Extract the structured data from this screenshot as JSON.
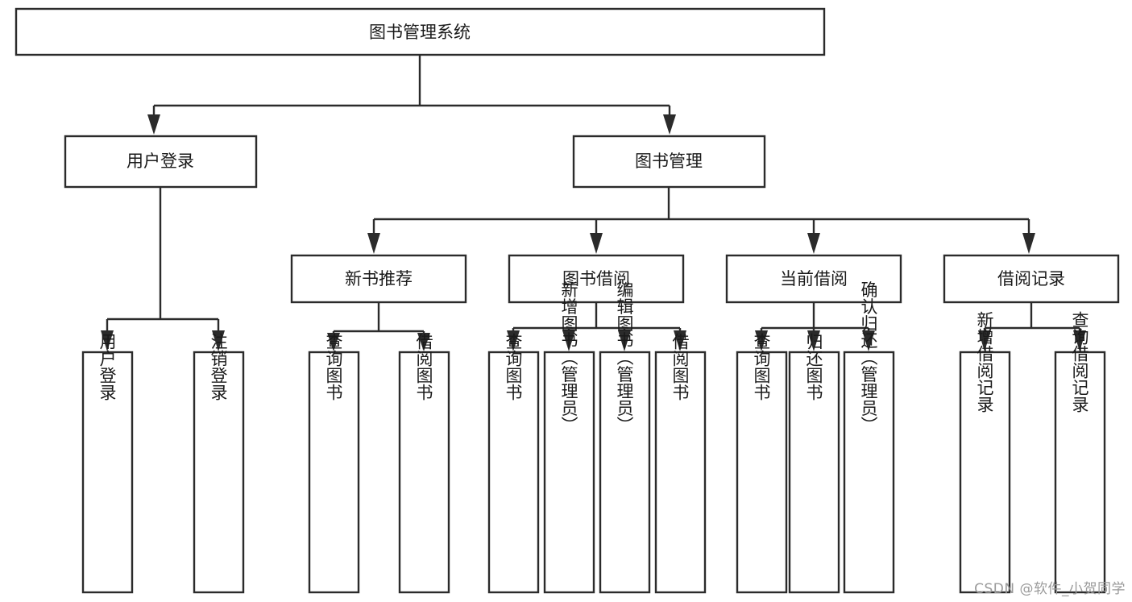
{
  "diagram": {
    "title": "图书管理系统",
    "type": "hierarchy-tree",
    "watermark": "CSDN @软件_小贺同学",
    "colors": {
      "background": "#ffffff",
      "box_fill": "#ffffff",
      "box_stroke": "#2b2b2b",
      "text": "#1a1a1a",
      "watermark": "#9a9a9a"
    },
    "root": {
      "id": "root",
      "label": "图书管理系统"
    },
    "level2": [
      {
        "id": "user-login",
        "label": "用户登录"
      },
      {
        "id": "book-manage",
        "label": "图书管理"
      }
    ],
    "level3": [
      {
        "id": "new-book-recommend",
        "label": "新书推荐",
        "parent": "book-manage"
      },
      {
        "id": "book-borrow",
        "label": "图书借阅",
        "parent": "book-manage"
      },
      {
        "id": "current-borrow",
        "label": "当前借阅",
        "parent": "book-manage"
      },
      {
        "id": "borrow-record",
        "label": "借阅记录",
        "parent": "book-manage"
      }
    ],
    "leaves": {
      "user-login": [
        {
          "id": "leaf-user-login",
          "label": "用户登录"
        },
        {
          "id": "leaf-logout-login",
          "label": "注销登录"
        }
      ],
      "new-book-recommend": [
        {
          "id": "leaf-query-book-1",
          "label": "查询图书"
        },
        {
          "id": "leaf-borrow-book-1",
          "label": "借阅图书"
        }
      ],
      "book-borrow": [
        {
          "id": "leaf-query-book-2",
          "label": "查询图书"
        },
        {
          "id": "leaf-add-book",
          "label": "新增图书（管理员）"
        },
        {
          "id": "leaf-edit-book",
          "label": "编辑图书（管理员）"
        },
        {
          "id": "leaf-borrow-book-2",
          "label": "借阅图书"
        }
      ],
      "current-borrow": [
        {
          "id": "leaf-query-book-3",
          "label": "查询图书"
        },
        {
          "id": "leaf-return-book",
          "label": "归还图书"
        },
        {
          "id": "leaf-confirm-return",
          "label": "确认归还（管理员）"
        }
      ],
      "borrow-record": [
        {
          "id": "leaf-add-record",
          "label": "新增借阅记录"
        },
        {
          "id": "leaf-query-record",
          "label": "查询借阅记录"
        }
      ]
    }
  }
}
